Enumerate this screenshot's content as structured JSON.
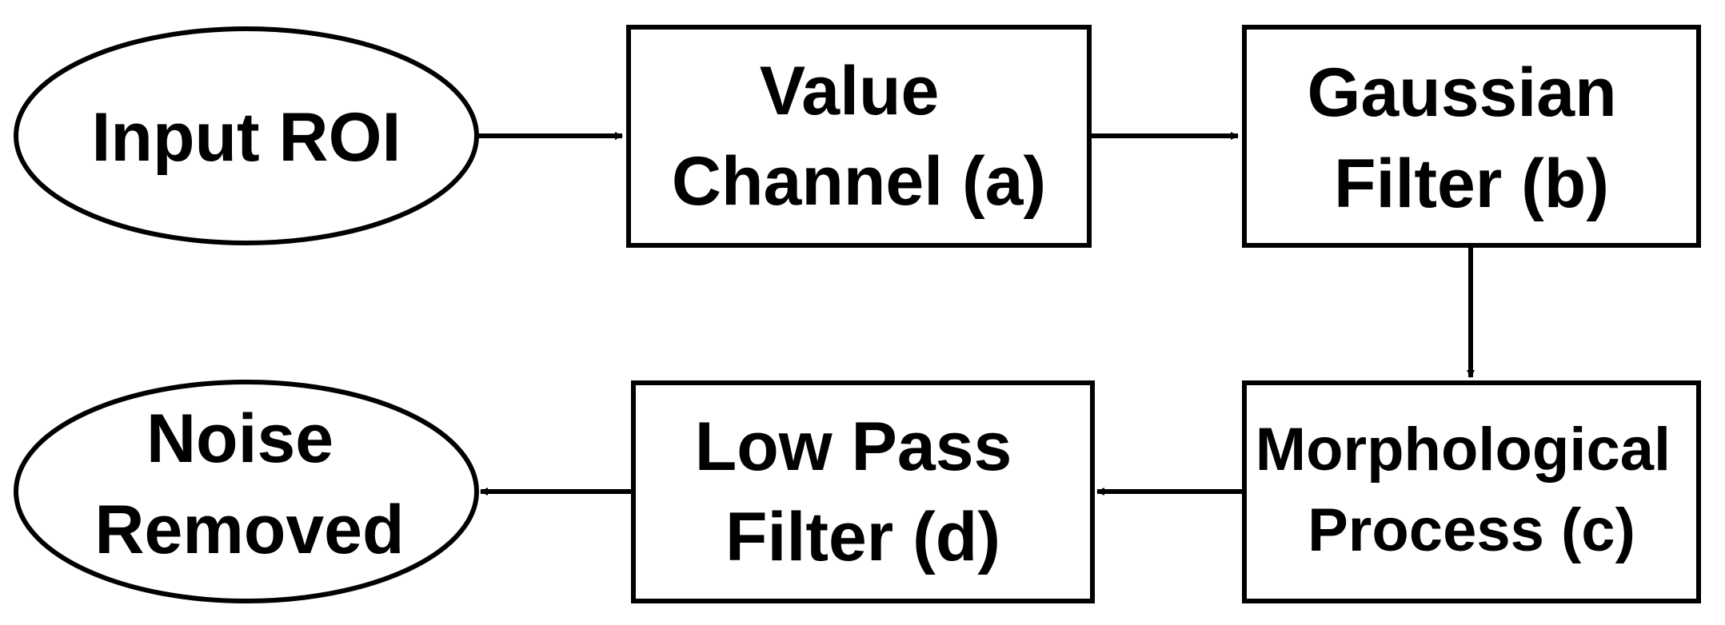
{
  "nodes": {
    "input": {
      "lines": [
        "Input ROI"
      ]
    },
    "value": {
      "lines": [
        "Value",
        "Channel (a)"
      ]
    },
    "gaussian": {
      "lines": [
        "Gaussian",
        "Filter (b)"
      ]
    },
    "morph": {
      "lines": [
        "Morphological",
        "Process (c)"
      ]
    },
    "lowpass": {
      "lines": [
        "Low Pass",
        "Filter (d)"
      ]
    },
    "output": {
      "lines": [
        "Noise",
        "Removed"
      ]
    }
  },
  "colors": {
    "stroke": "#000000",
    "fill": "#ffffff",
    "text": "#000000"
  }
}
